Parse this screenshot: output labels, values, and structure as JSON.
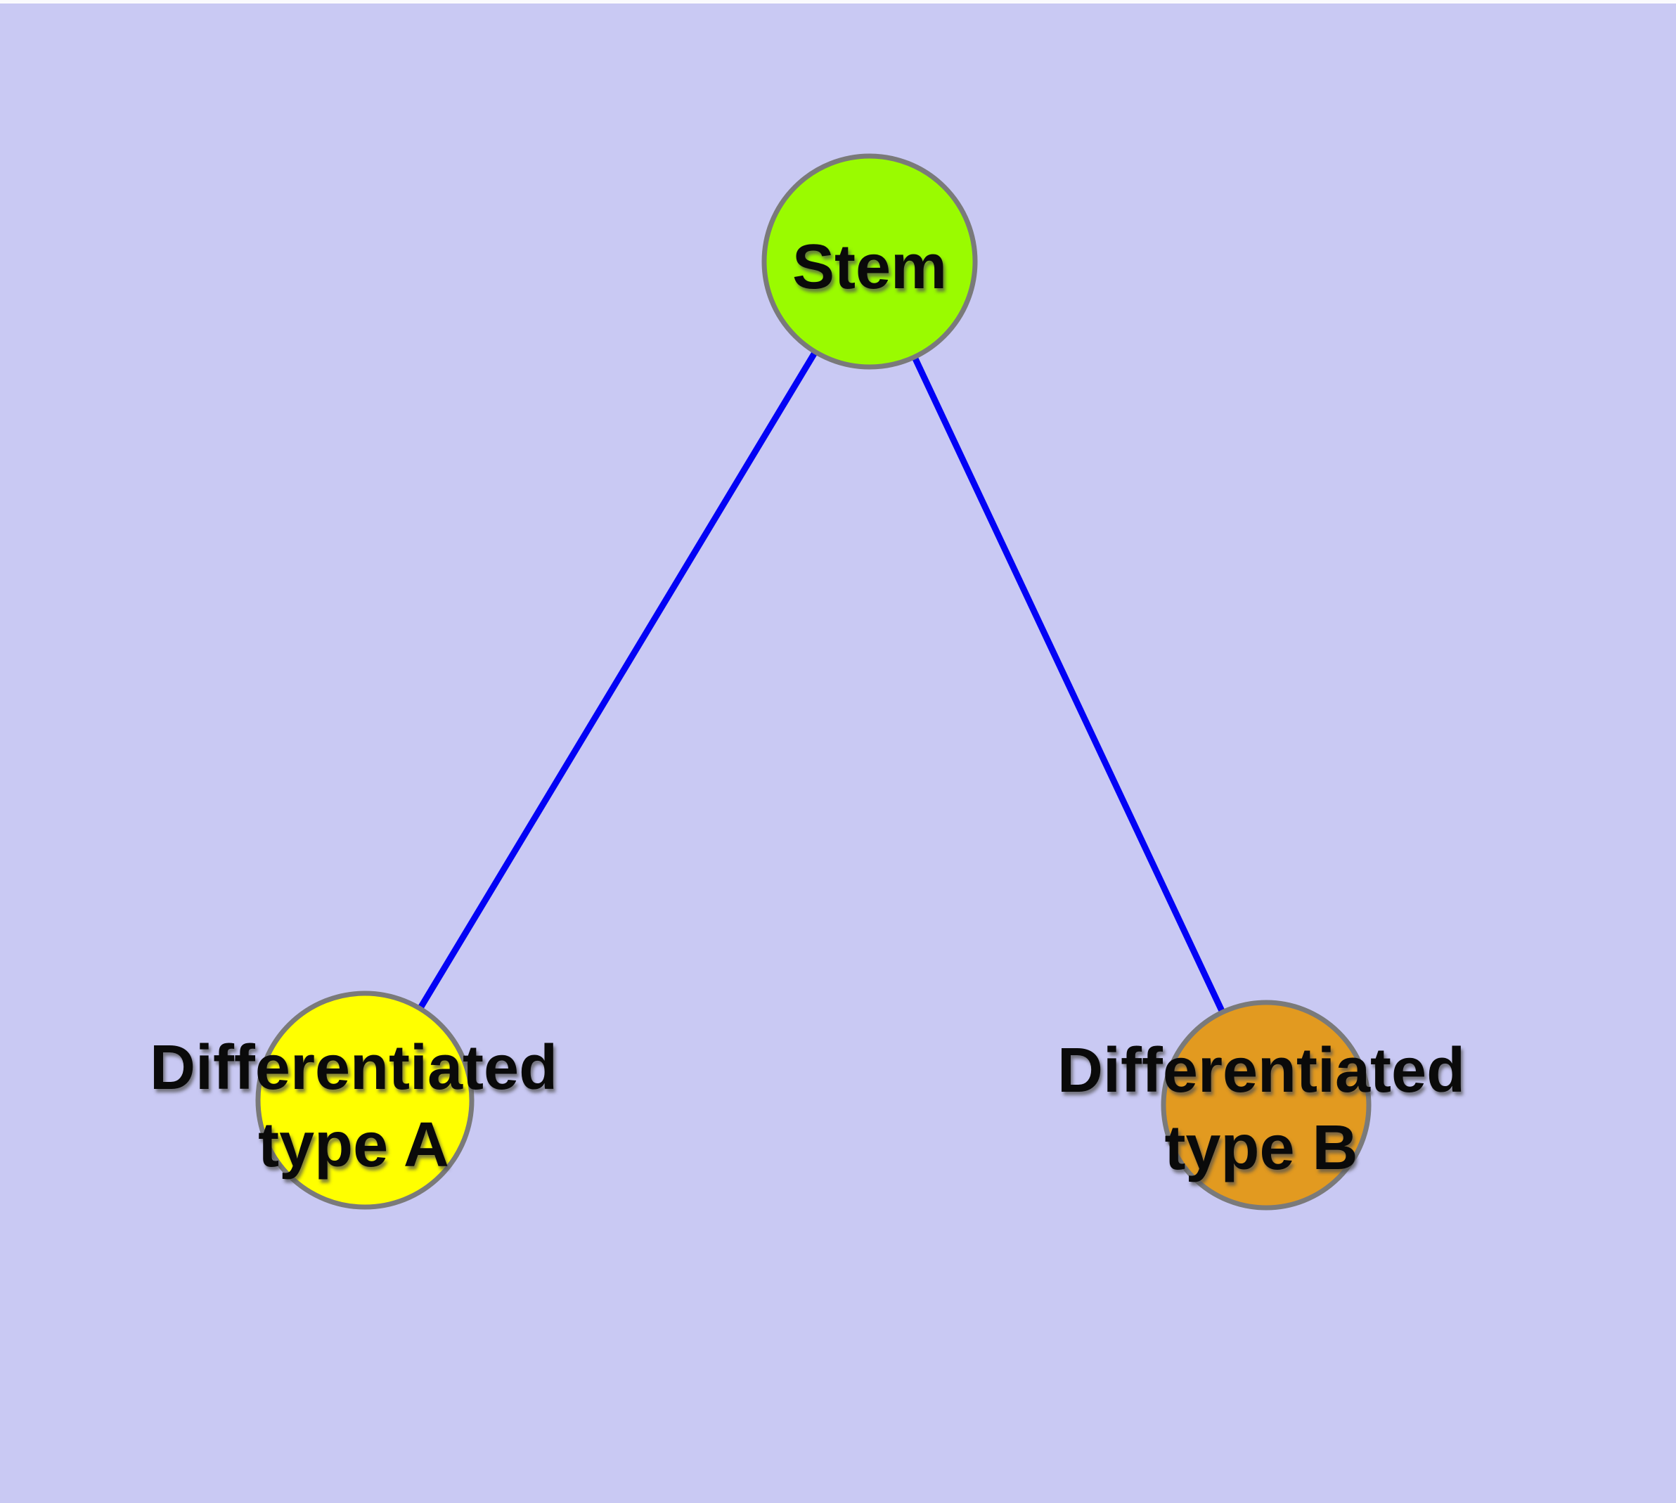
{
  "graph": {
    "kind": "node-link-diagram",
    "background_color": "#C9C9F3",
    "edge_color": "#0202F5",
    "node_border_color": "#7A7A7A",
    "label_color": "#0A0A0A",
    "nodes": [
      {
        "id": "stem",
        "label": "Stem",
        "label_line1": "Stem",
        "label_line2": "",
        "color": "#9AFB00"
      },
      {
        "id": "diff-a",
        "label": "Differentiated type A",
        "label_line1": "Differentiated",
        "label_line2": "type A",
        "color": "#FFFF00"
      },
      {
        "id": "diff-b",
        "label": "Differentiated type B",
        "label_line1": "Differentiated",
        "label_line2": "type B",
        "color": "#E29A20"
      }
    ],
    "edges": [
      {
        "from": "Stem",
        "to": "Differentiated type A"
      },
      {
        "from": "Stem",
        "to": "Differentiated type B"
      }
    ]
  }
}
